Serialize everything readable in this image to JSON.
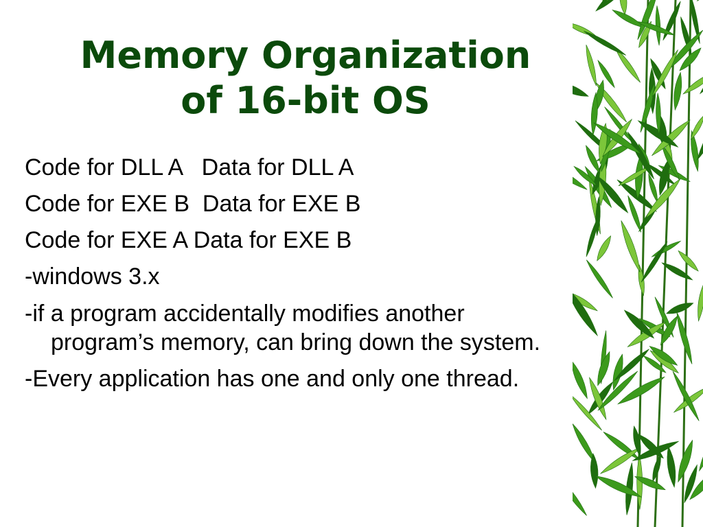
{
  "slide": {
    "title_line1": "Memory Organization",
    "title_line2": "of 16-bit OS",
    "lines": [
      "Code for DLL A   Data for DLL A",
      "Code for EXE B  Data for EXE B",
      "Code for EXE A Data for EXE B",
      "-windows 3.x"
    ],
    "paragraphs": [
      "-if a program accidentally modifies another program’s memory, can bring down the system.",
      "-Every application has one and only one thread."
    ]
  },
  "colors": {
    "title": "#0b4a0b",
    "text": "#000000",
    "leaf_dark": "#1f6d0f",
    "leaf_mid": "#3c9a1c",
    "leaf_light": "#7cc63a",
    "stalk": "#2c6f14"
  },
  "decoration": {
    "icon": "bamboo-leaves-icon"
  }
}
